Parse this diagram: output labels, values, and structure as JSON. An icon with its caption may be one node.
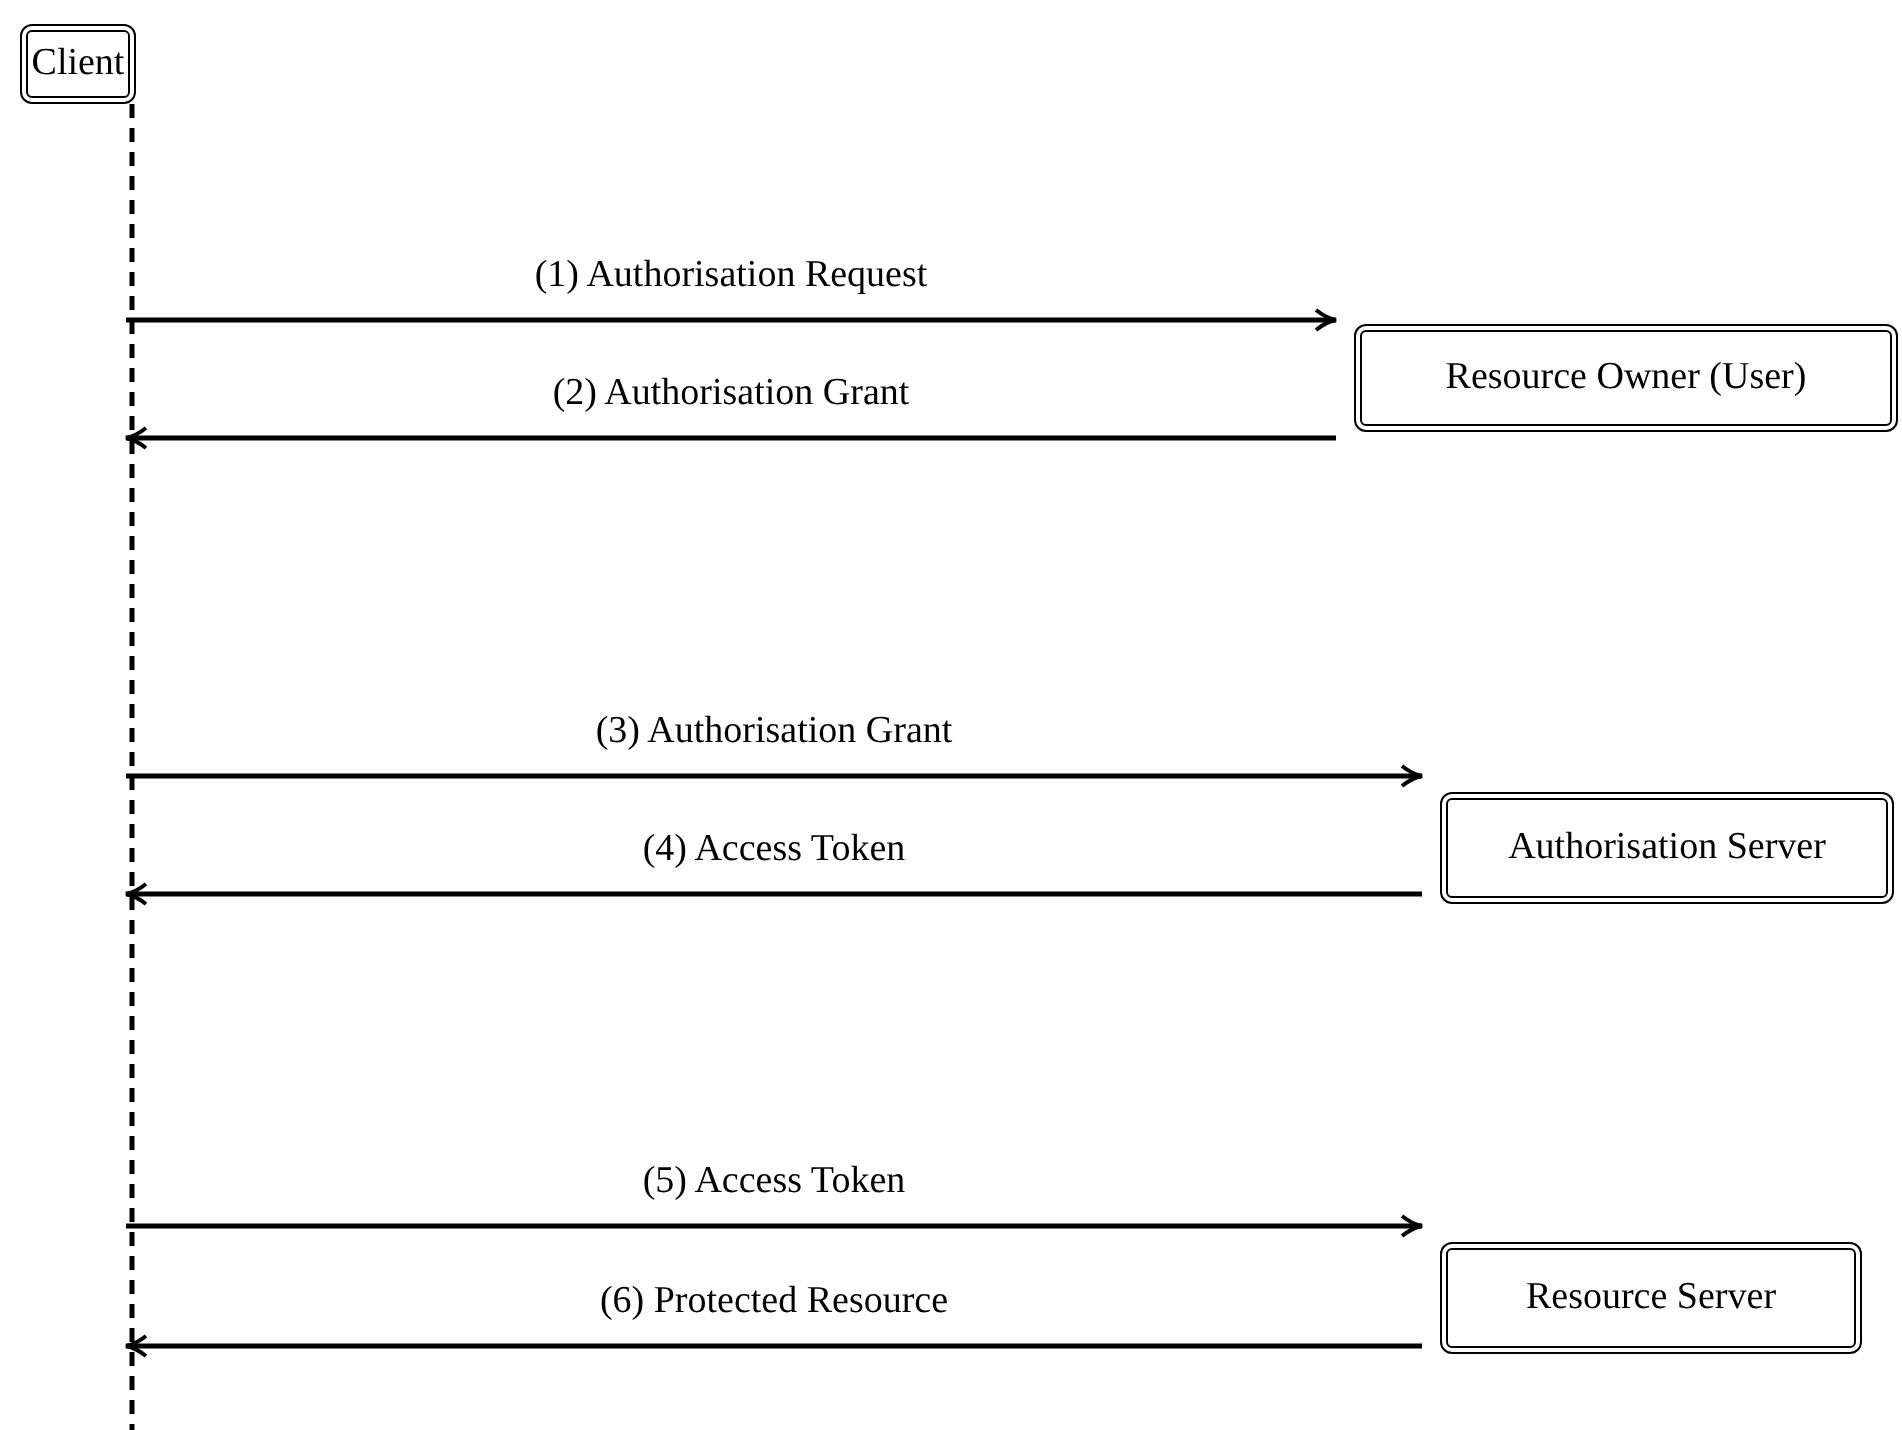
{
  "diagram": {
    "nodes": [
      {
        "text": [
          "Client"
        ]
      },
      {
        "text": [
          "Resource Owner (User)"
        ]
      },
      {
        "text": [
          "Authorisation Server"
        ]
      },
      {
        "text": [
          "Resource Server"
        ]
      }
    ],
    "edges": [
      {
        "from": 0,
        "to": 1,
        "arrow": "to",
        "label": "(1) Authorisation Request"
      },
      {
        "from": 1,
        "to": 0,
        "arrow": "to",
        "label": "(2) Authorisation Grant"
      },
      {
        "from": 0,
        "to": 2,
        "arrow": "to",
        "label": "(3) Authorisation Grant"
      },
      {
        "from": 2,
        "to": 0,
        "arrow": "to",
        "label": "(4) Access Token"
      },
      {
        "from": 0,
        "to": 3,
        "arrow": "to",
        "label": "(5) Access Token"
      },
      {
        "from": 3,
        "to": 0,
        "arrow": "to",
        "label": "(6) Protected Resource"
      }
    ]
  }
}
